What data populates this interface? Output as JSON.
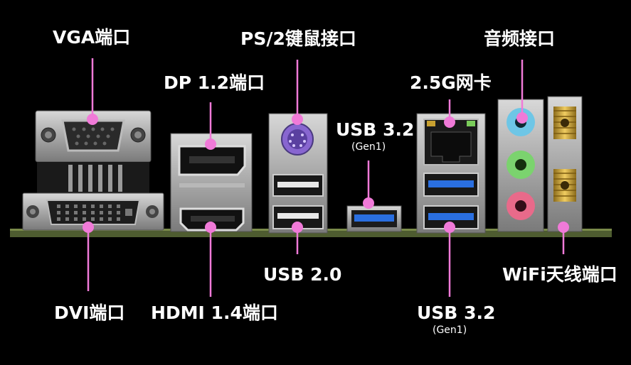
{
  "labels": {
    "vga": "VGA端口",
    "ps2": "PS/2键鼠接口",
    "audio": "音频接口",
    "dp": "DP 1.2端口",
    "lan": "2.5G网卡",
    "usb32_top": "USB 3.2",
    "usb32_top_sub": "(Gen1)",
    "usb20": "USB 2.0",
    "wifi": "WiFi天线端口",
    "dvi": "DVI端口",
    "hdmi": "HDMI 1.4端口",
    "usb32_bottom": "USB 3.2",
    "usb32_bottom_sub": "(Gen1)"
  },
  "colors": {
    "callout": "#f07ad8",
    "usb3_blue": "#2a6fe0",
    "ps2_purple": "#7a5cc8",
    "audio_blue": "#6ec6e6",
    "audio_green": "#7bd36e",
    "audio_pink": "#e86a8a",
    "antenna_gold": "#d4a842",
    "pcb": "#5a6a3a"
  }
}
